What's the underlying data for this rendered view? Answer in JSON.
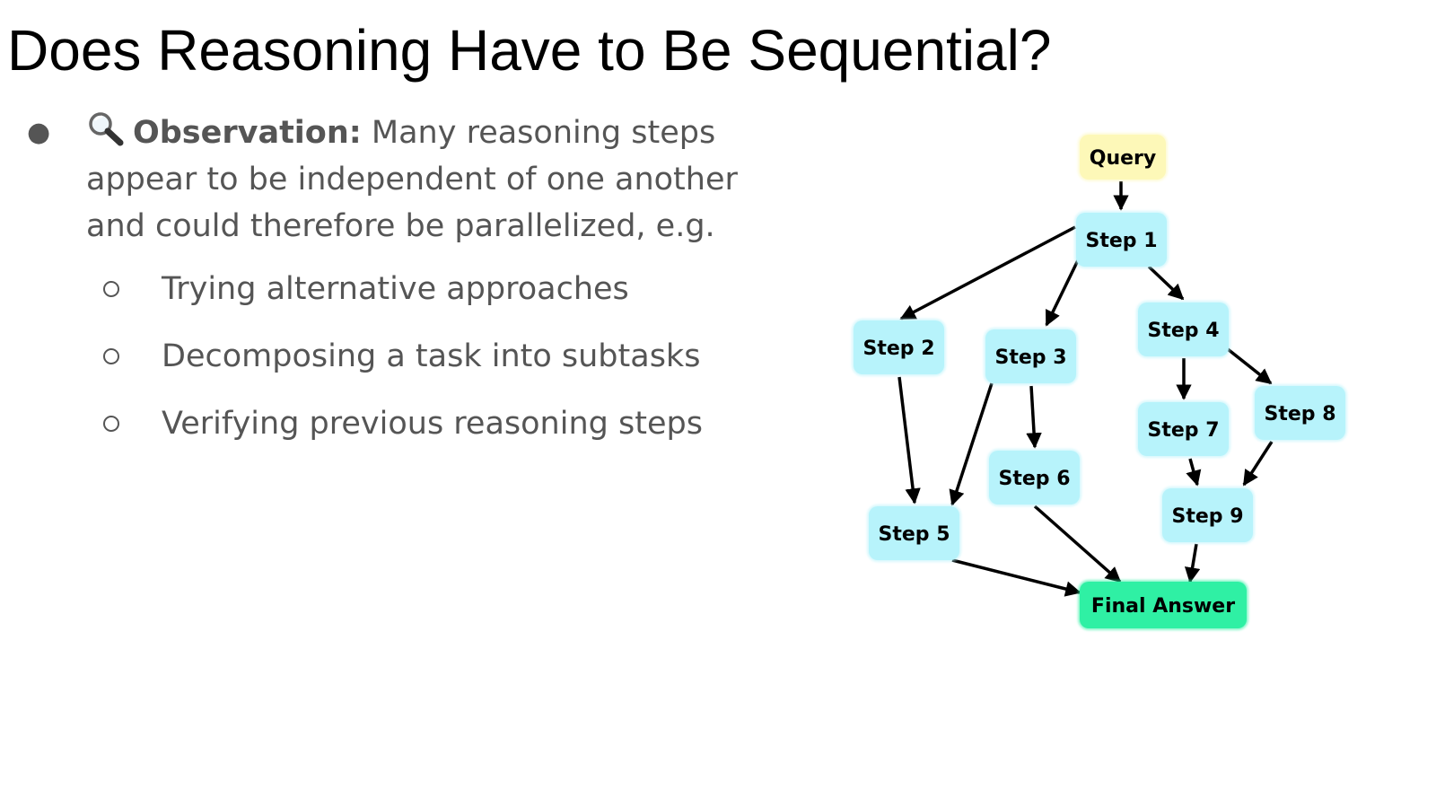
{
  "slide": {
    "title": "Does Reasoning Have to Be Sequential?",
    "bullet": {
      "icon": "magnifying-glass-icon",
      "label": "Observation:",
      "text": "Many reasoning steps appear to be independent of one another and could therefore be parallelized, e.g."
    },
    "sub_bullets": [
      "Trying alternative approaches",
      "Decomposing a task into subtasks",
      "Verifying previous reasoning steps"
    ]
  },
  "diagram": {
    "nodes": [
      {
        "id": "query",
        "label": "Query",
        "color": "#fdf8b8"
      },
      {
        "id": "step1",
        "label": "Step 1",
        "color": "#b7f3fb"
      },
      {
        "id": "step2",
        "label": "Step 2",
        "color": "#b7f3fb"
      },
      {
        "id": "step3",
        "label": "Step 3",
        "color": "#b7f3fb"
      },
      {
        "id": "step4",
        "label": "Step 4",
        "color": "#b7f3fb"
      },
      {
        "id": "step5",
        "label": "Step 5",
        "color": "#b7f3fb"
      },
      {
        "id": "step6",
        "label": "Step 6",
        "color": "#b7f3fb"
      },
      {
        "id": "step7",
        "label": "Step 7",
        "color": "#b7f3fb"
      },
      {
        "id": "step8",
        "label": "Step 8",
        "color": "#b7f3fb"
      },
      {
        "id": "step9",
        "label": "Step 9",
        "color": "#b7f3fb"
      },
      {
        "id": "final",
        "label": "Final Answer",
        "color": "#2ff0a4"
      }
    ],
    "edges": [
      [
        "query",
        "step1"
      ],
      [
        "step1",
        "step2"
      ],
      [
        "step1",
        "step3"
      ],
      [
        "step1",
        "step4"
      ],
      [
        "step2",
        "step5"
      ],
      [
        "step3",
        "step5"
      ],
      [
        "step3",
        "step6"
      ],
      [
        "step4",
        "step7"
      ],
      [
        "step4",
        "step8"
      ],
      [
        "step7",
        "step9"
      ],
      [
        "step8",
        "step9"
      ],
      [
        "step5",
        "final"
      ],
      [
        "step6",
        "final"
      ],
      [
        "step9",
        "final"
      ]
    ]
  }
}
